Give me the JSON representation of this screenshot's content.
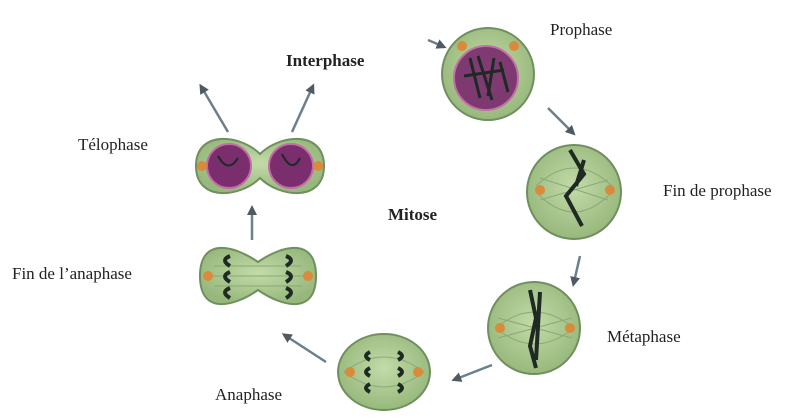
{
  "diagram": {
    "center_label": "Mitose",
    "labels": {
      "interphase": "Interphase",
      "prophase": "Prophase",
      "fin_prophase": "Fin de prophase",
      "metaphase": "Métaphase",
      "anaphase": "Anaphase",
      "fin_anaphase": "Fin de l’anaphase",
      "telophase": "Télophase"
    },
    "colors": {
      "cytoplasm": "#a9c88f",
      "membrane": "#6f8f5e",
      "nucleus": "#7a2e6e",
      "chromosome": "#1f2a24",
      "centrosome": "#d98a3a",
      "arrow": "#6d7f8c"
    }
  }
}
